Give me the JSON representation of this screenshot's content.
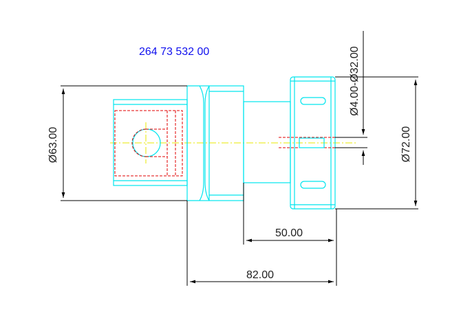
{
  "part_number": "264 73 532 00",
  "dimensions": {
    "shank_diameter": "Ø63.00",
    "collet_diameter_range": "Ø4.00-Ø32.00",
    "nut_diameter": "Ø72.00",
    "length_short": "50.00",
    "length_total": "82.00"
  },
  "colors": {
    "outline": "#00e5ee",
    "hidden_lines": "#e00000",
    "centerline": "#e8e800",
    "dimension_lines": "#000000",
    "part_number_text": "#1010ee"
  }
}
